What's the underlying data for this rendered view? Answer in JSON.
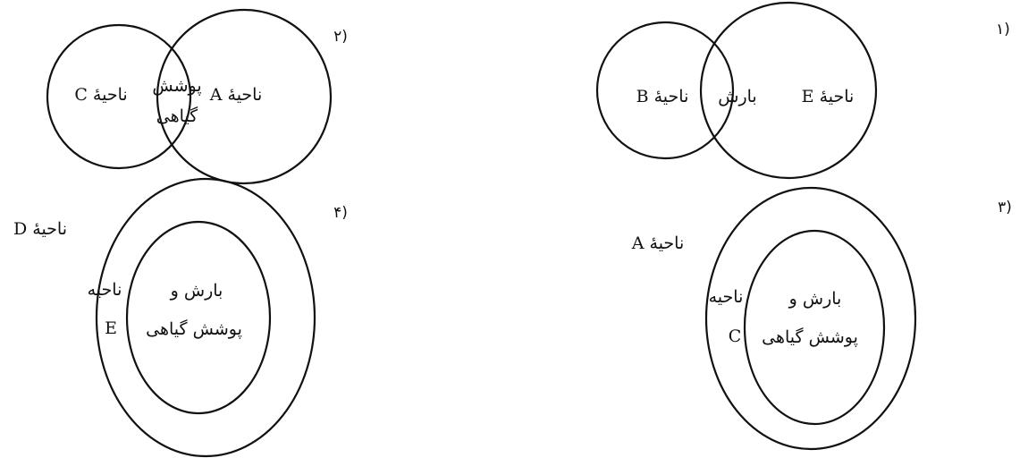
{
  "options": [
    {
      "number": "۱)",
      "labels": {
        "left": "ناحیهٔ B",
        "middle": "بارش",
        "right": "ناحیهٔ E"
      }
    },
    {
      "number": "۲)",
      "labels": {
        "left": "ناحیهٔ C",
        "middle_line1": "پوشش",
        "middle_line2": "گیاهی",
        "right": "ناحیهٔ A"
      }
    },
    {
      "number": "۳)",
      "labels": {
        "outer": "ناحیهٔ A",
        "ring_line1": "ناحیه",
        "ring_line2": "C",
        "inner_line1": "بارش و",
        "inner_line2": "پوشش گیاهی"
      }
    },
    {
      "number": "۴)",
      "labels": {
        "outer": "ناحیهٔ D",
        "ring_line1": "ناحیه",
        "ring_line2": "E",
        "inner_line1": "بارش و",
        "inner_line2": "پوشش گیاهی"
      }
    }
  ],
  "colors": {
    "ink": "#111111",
    "background": "#ffffff"
  }
}
